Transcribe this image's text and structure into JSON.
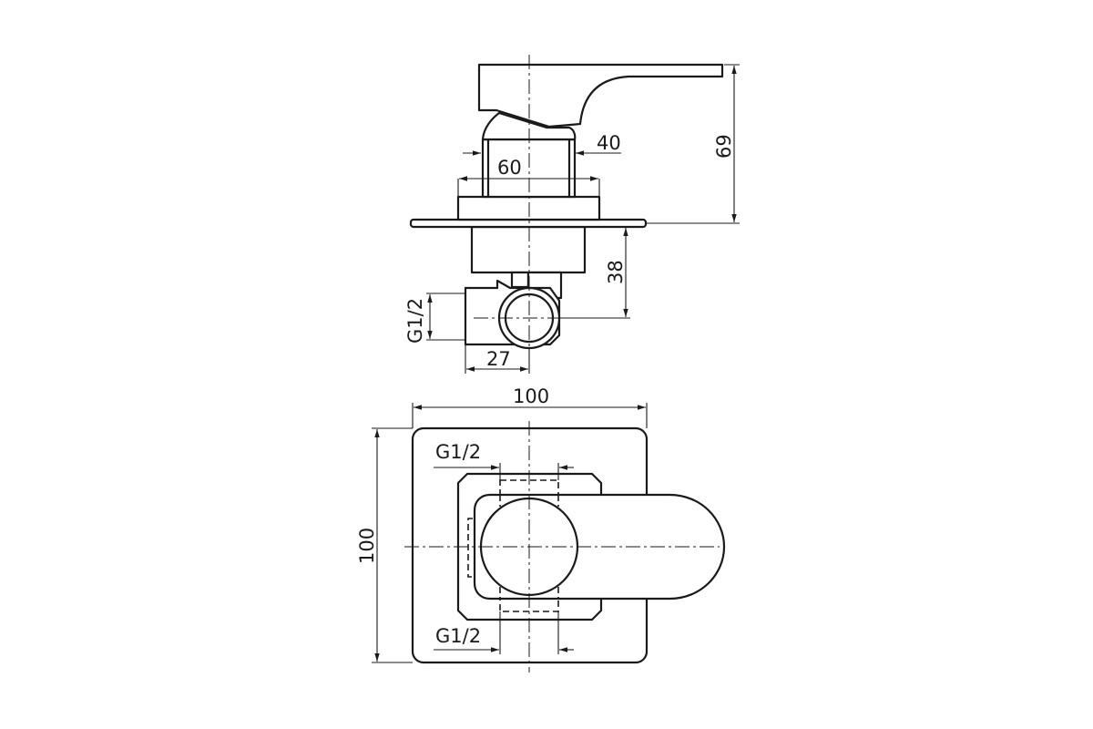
{
  "side_view": {
    "dim_40": "40",
    "dim_60": "60",
    "dim_69": "69",
    "dim_38": "38",
    "dim_g12": "G1/2",
    "dim_27": "27"
  },
  "front_view": {
    "dim_100_width": "100",
    "dim_100_height": "100",
    "g12_top": "G1/2",
    "g12_bottom": "G1/2"
  },
  "colors": {
    "line": "#1a1a1a",
    "background": "#ffffff"
  }
}
